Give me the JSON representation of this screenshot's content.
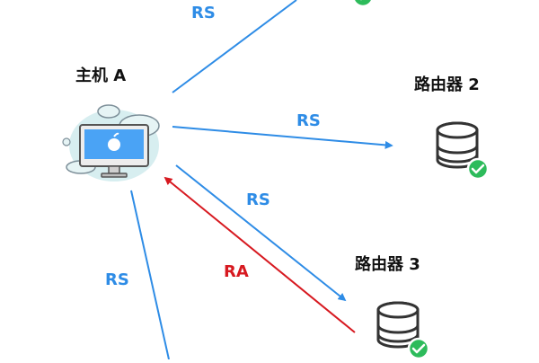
{
  "colors": {
    "rs": "#2E8CE6",
    "ra": "#D71920",
    "node_text": "#111111",
    "db_stroke": "#333333",
    "check_green": "#2DBB5B",
    "cloud_fill": "#D7EEF0",
    "monitor_blue": "#4AA3F5"
  },
  "nodes": {
    "host_a": {
      "label": "主机 A",
      "icon": "computer-cloud-icon"
    },
    "router_2": {
      "label": "路由器 2",
      "icon": "database-check-icon"
    },
    "router_3": {
      "label": "路由器 3",
      "icon": "database-check-icon"
    },
    "router_1": {
      "label": "",
      "icon": "database-check-icon"
    }
  },
  "edges": [
    {
      "id": "rs-to-router-1",
      "label": "RS",
      "kind": "rs"
    },
    {
      "id": "rs-to-router-2",
      "label": "RS",
      "kind": "rs"
    },
    {
      "id": "rs-to-router-3",
      "label": "RS",
      "kind": "rs"
    },
    {
      "id": "rs-downward",
      "label": "RS",
      "kind": "rs"
    },
    {
      "id": "ra-from-router-3",
      "label": "RA",
      "kind": "ra"
    }
  ]
}
